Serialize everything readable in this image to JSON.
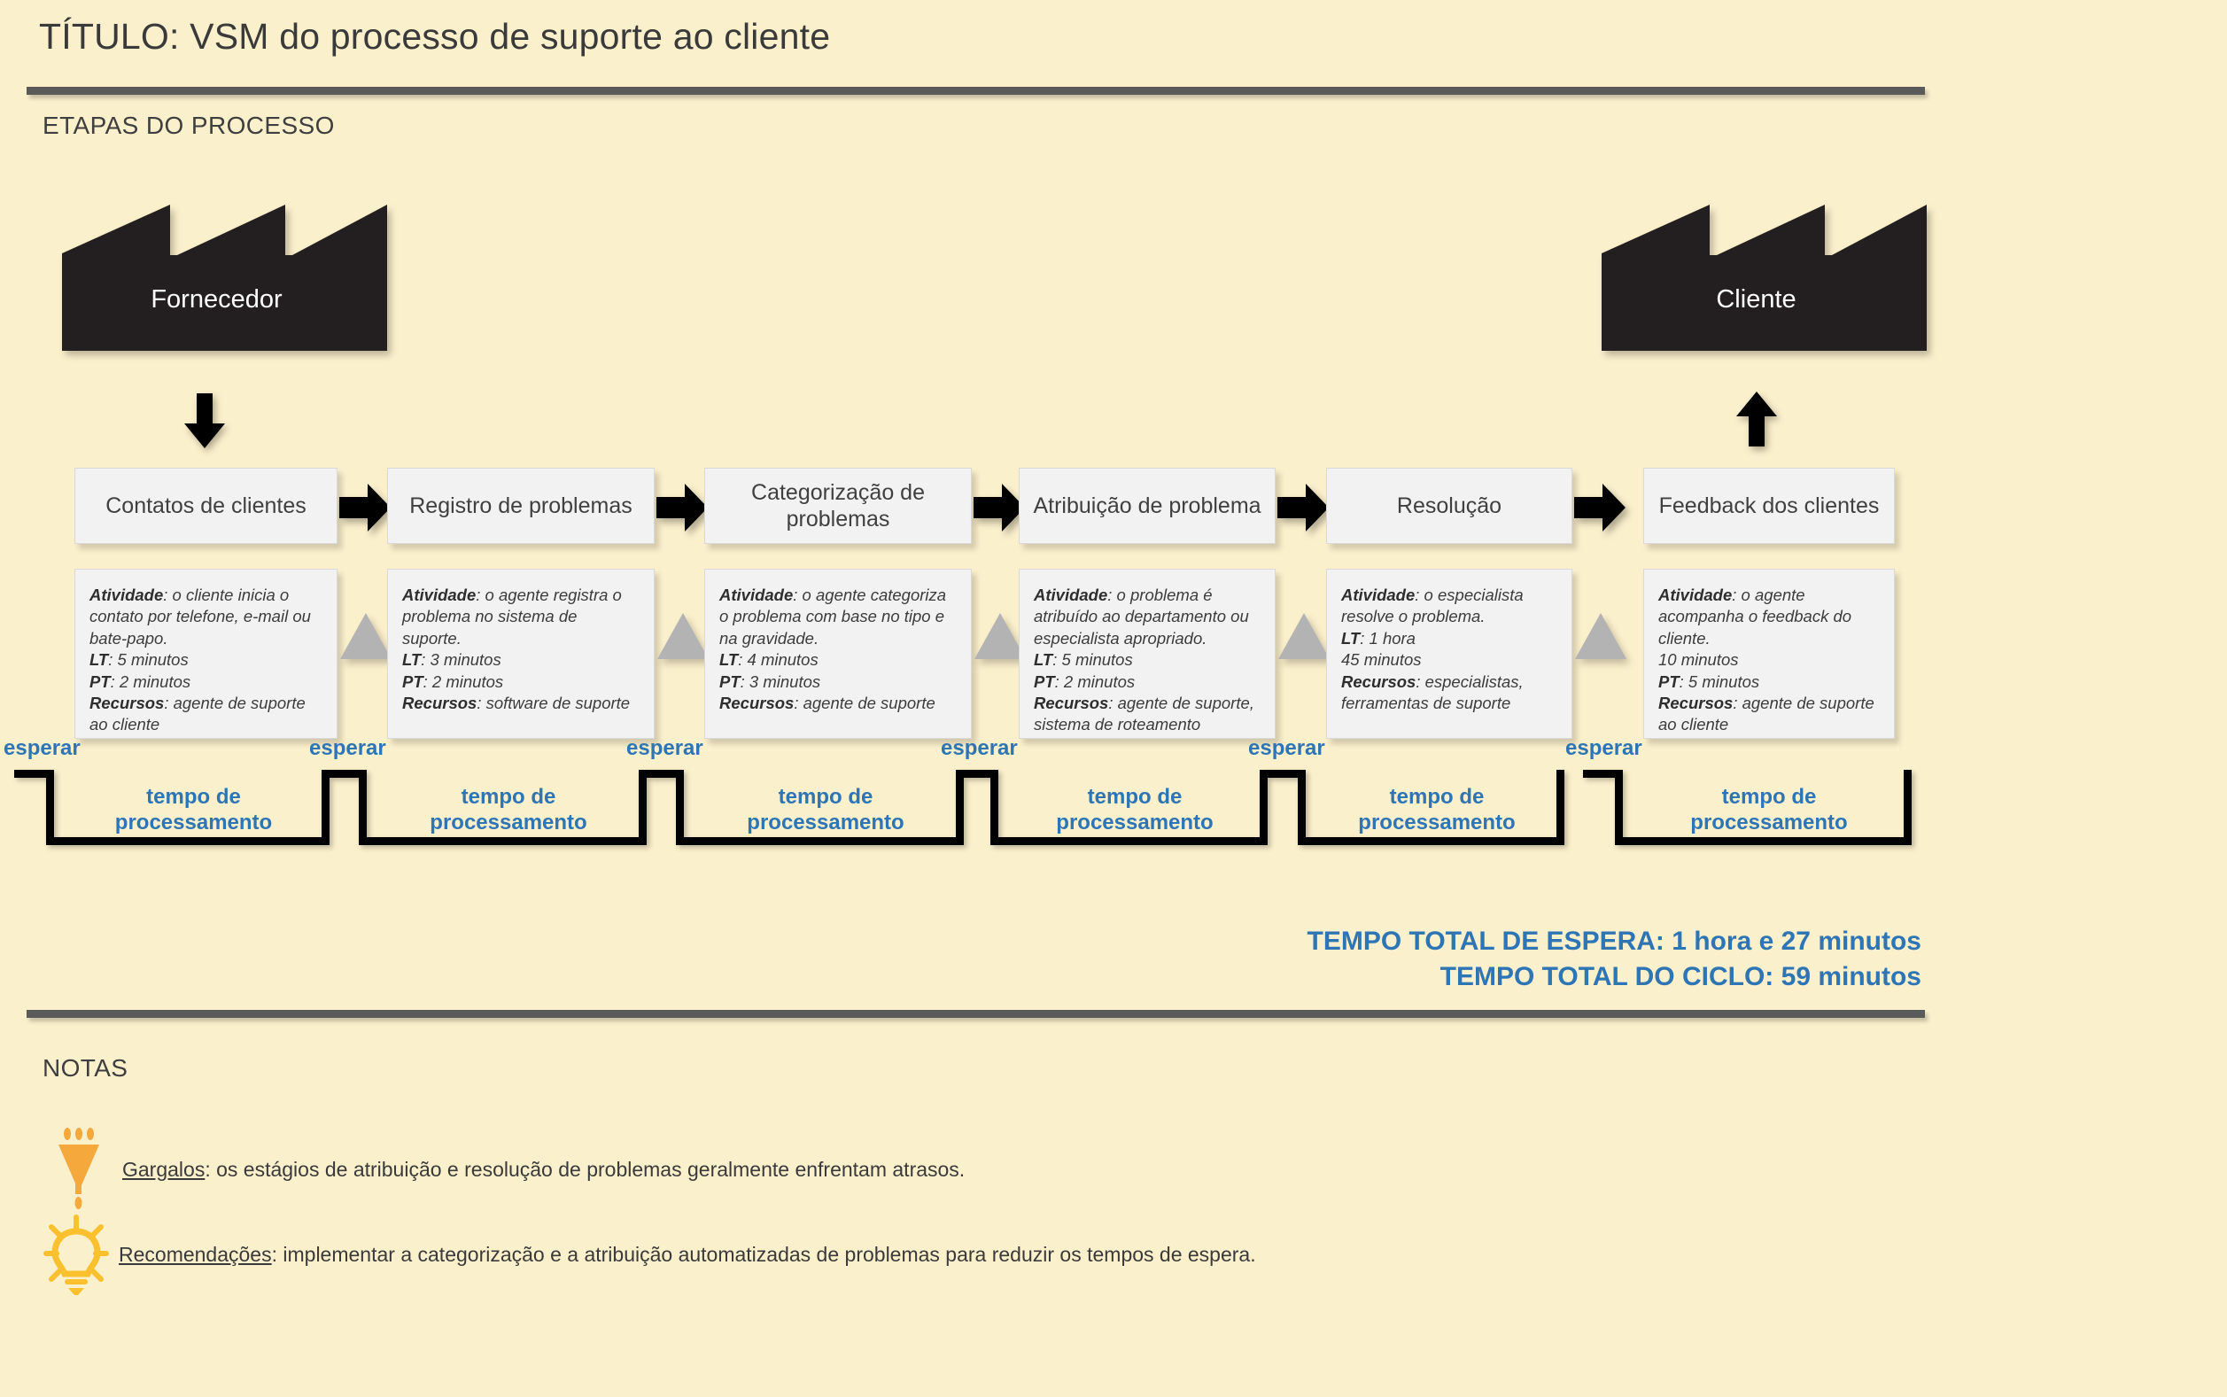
{
  "header": {
    "title": "TÍTULO: VSM do processo de suporte ao cliente",
    "section_process": "ETAPAS DO PROCESSO",
    "section_notes": "NOTAS"
  },
  "colors": {
    "background": "#FBF0CC",
    "accent_blue": "#2E75B6",
    "box_fill": "#F2F2F2",
    "factory_fill": "#231F20",
    "triangle_fill": "#B3B3B3",
    "icon_orange": "#F5A83C",
    "rule_gray": "#5A5A5A"
  },
  "endpoints": {
    "supplier": "Fornecedor",
    "client": "Cliente"
  },
  "steps": [
    {
      "title": "Contatos de clientes",
      "activity_label": "Atividade",
      "activity": "o cliente inicia o contato por telefone, e-mail ou bate-papo.",
      "lt_label": "LT",
      "lt": "5 minutos",
      "pt_label": "PT",
      "pt": "2 minutos",
      "resources_label": "Recursos",
      "resources": "agente de suporte ao cliente"
    },
    {
      "title": "Registro de problemas",
      "activity_label": "Atividade",
      "activity": "o agente registra o problema no sistema de suporte.",
      "lt_label": "LT",
      "lt": "3 minutos",
      "pt_label": "PT",
      "pt": "2 minutos",
      "resources_label": "Recursos",
      "resources": "software de suporte"
    },
    {
      "title": "Categorização de problemas",
      "activity_label": "Atividade",
      "activity": "o agente categoriza o problema com base no tipo e na gravidade.",
      "lt_label": "LT",
      "lt": "4 minutos",
      "pt_label": "PT",
      "pt": "3 minutos",
      "resources_label": "Recursos",
      "resources": "agente de suporte"
    },
    {
      "title": "Atribuição de problema",
      "activity_label": "Atividade",
      "activity": "o problema é atribuído ao departamento ou especialista apropriado.",
      "lt_label": "LT",
      "lt": "5 minutos",
      "pt_label": "PT",
      "pt": "2 minutos",
      "resources_label": "Recursos",
      "resources": "agente de suporte, sistema de roteamento"
    },
    {
      "title": "Resolução",
      "activity_label": "Atividade",
      "activity": "o especialista resolve o problema.",
      "lt_label": "LT",
      "lt": "1 hora",
      "pt_label": "",
      "pt": "45 minutos",
      "resources_label": "Recursos",
      "resources": "especialistas, ferramentas de suporte"
    },
    {
      "title": "Feedback dos clientes",
      "activity_label": "Atividade",
      "activity": "o agente acompanha o feedback do cliente.",
      "lt_label": "",
      "lt": "10 minutos",
      "pt_label": "PT",
      "pt": "5 minutos",
      "resources_label": "Recursos",
      "resources": "agente de suporte ao cliente"
    }
  ],
  "timeline": {
    "wait_label": "esperar",
    "process_label_line1": "tempo de",
    "process_label_line2": "processamento",
    "wait_count": 6,
    "process_count": 6
  },
  "totals": {
    "wait_total": "TEMPO TOTAL DE ESPERA: 1 hora e 27 minutos",
    "cycle_total": "TEMPO TOTAL DO CICLO: 59 minutos"
  },
  "notes": [
    {
      "icon": "funnel-bottleneck-icon",
      "term": "Gargalos",
      "text": ": os estágios de atribuição e resolução de problemas geralmente enfrentam atrasos."
    },
    {
      "icon": "lightbulb-icon",
      "term": "Recomendações",
      "text": ": implementar a categorização e a atribuição automatizadas de problemas para reduzir os tempos de espera."
    }
  ]
}
